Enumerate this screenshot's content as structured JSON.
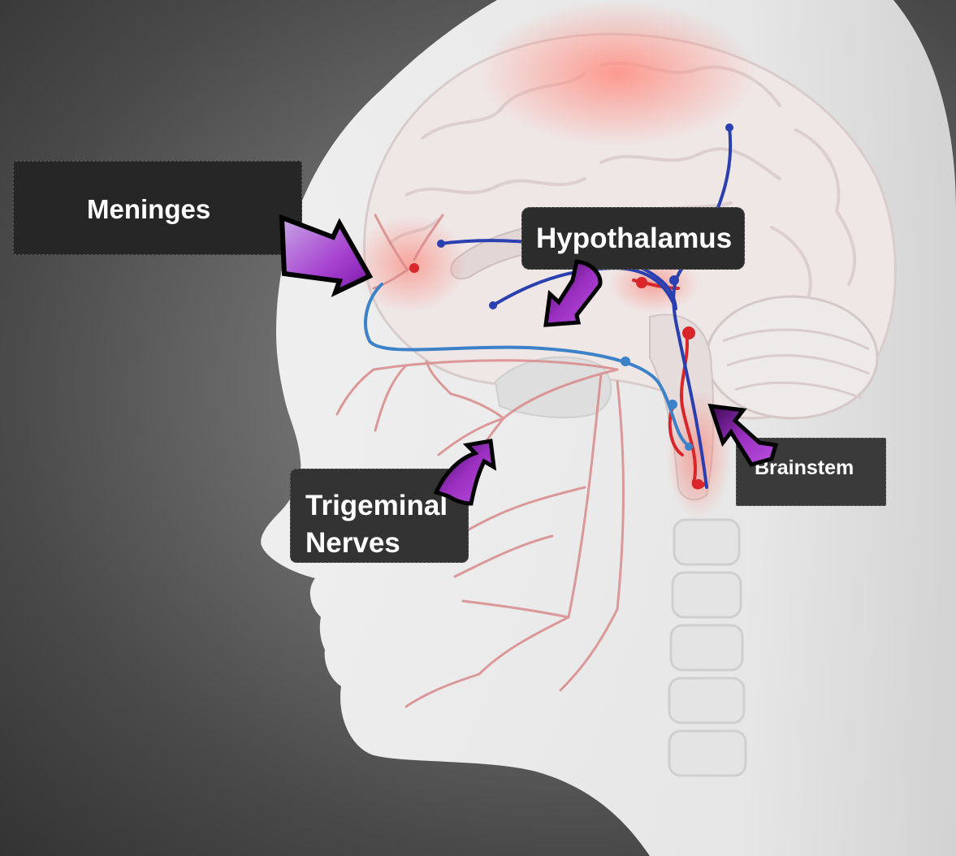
{
  "labels": {
    "meninges": "Meninges",
    "hypothalamus": "Hypothalamus",
    "trigeminal_line1": "Trigeminal",
    "trigeminal_line2": "Nerves",
    "brainstem": "Brainstem"
  },
  "colors": {
    "background_center": "#8a8a8a",
    "background_edge": "#333333",
    "label_box": "#262626",
    "label_text": "#ffffff",
    "arrow_fill": "#9a2fc0",
    "arrow_outline": "#000000",
    "nerve_blue": "#2a3fb0",
    "nerve_light_blue": "#3b82c8",
    "nerve_red": "#d8262a",
    "nerve_pink": "#d47a7a",
    "pain_glow": "#ff9a8a"
  }
}
